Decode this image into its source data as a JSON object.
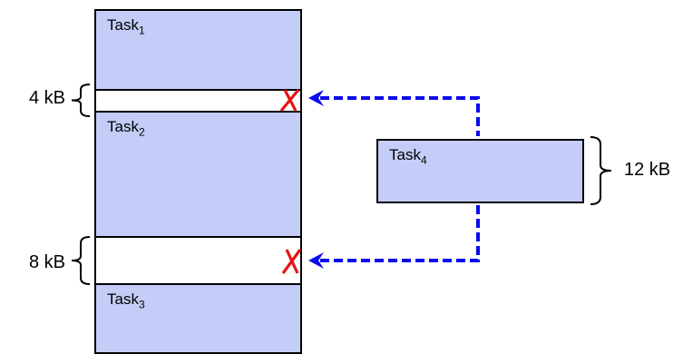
{
  "diagram": {
    "memory_stack": {
      "tasks": [
        {
          "name": "Task",
          "sub": "1"
        },
        {
          "name": "Task",
          "sub": "2"
        },
        {
          "name": "Task",
          "sub": "3"
        }
      ],
      "gaps": [
        {
          "label": "4 kB"
        },
        {
          "label": "8 kB"
        }
      ]
    },
    "pending_task": {
      "name": "Task",
      "sub": "4",
      "size_label": "12 kB"
    },
    "colors": {
      "task-fill": "#c3cdf7",
      "outline": "#000000",
      "connector-blue": "#0a0aee",
      "reject-red": "#e81414"
    }
  }
}
